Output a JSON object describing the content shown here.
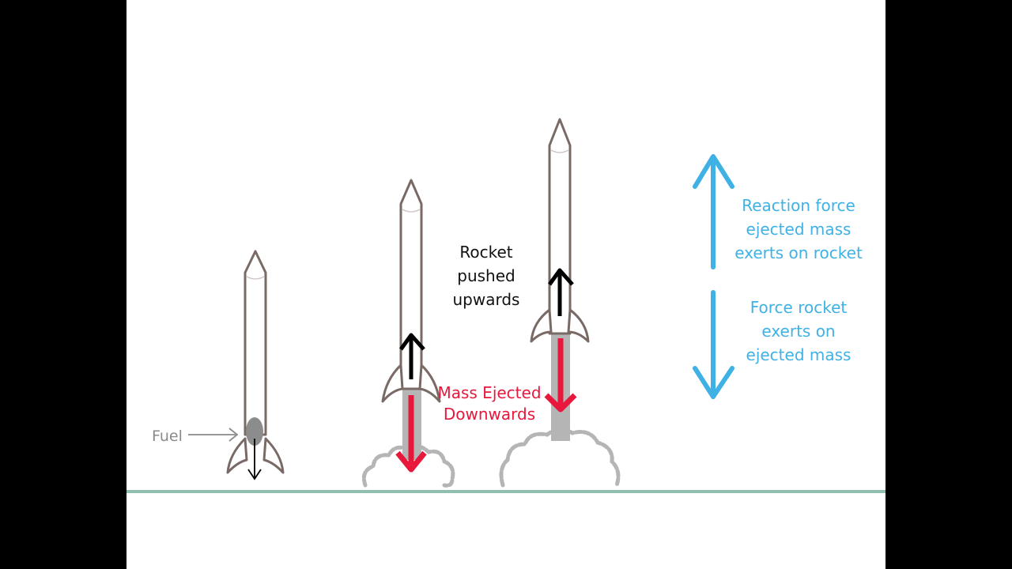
{
  "labels": {
    "fuel": "Fuel",
    "rocket_pushed": [
      "Rocket",
      "pushed",
      "upwards"
    ],
    "mass_ejected": [
      "Mass Ejected",
      "Downwards"
    ],
    "reaction_force": [
      "Reaction force",
      "ejected mass",
      "exerts on rocket"
    ],
    "force_rocket": [
      "Force rocket",
      "exerts on",
      "ejected mass"
    ]
  },
  "colors": {
    "rocket_outline": "#7a6a66",
    "ground": "#8fbfb0",
    "exhaust": "#b5b5b5",
    "mass_arrow": "#e8183c",
    "force_arrow": "#3fb1e5",
    "push_arrow": "#000000",
    "fuel": "#8c8c8c"
  }
}
